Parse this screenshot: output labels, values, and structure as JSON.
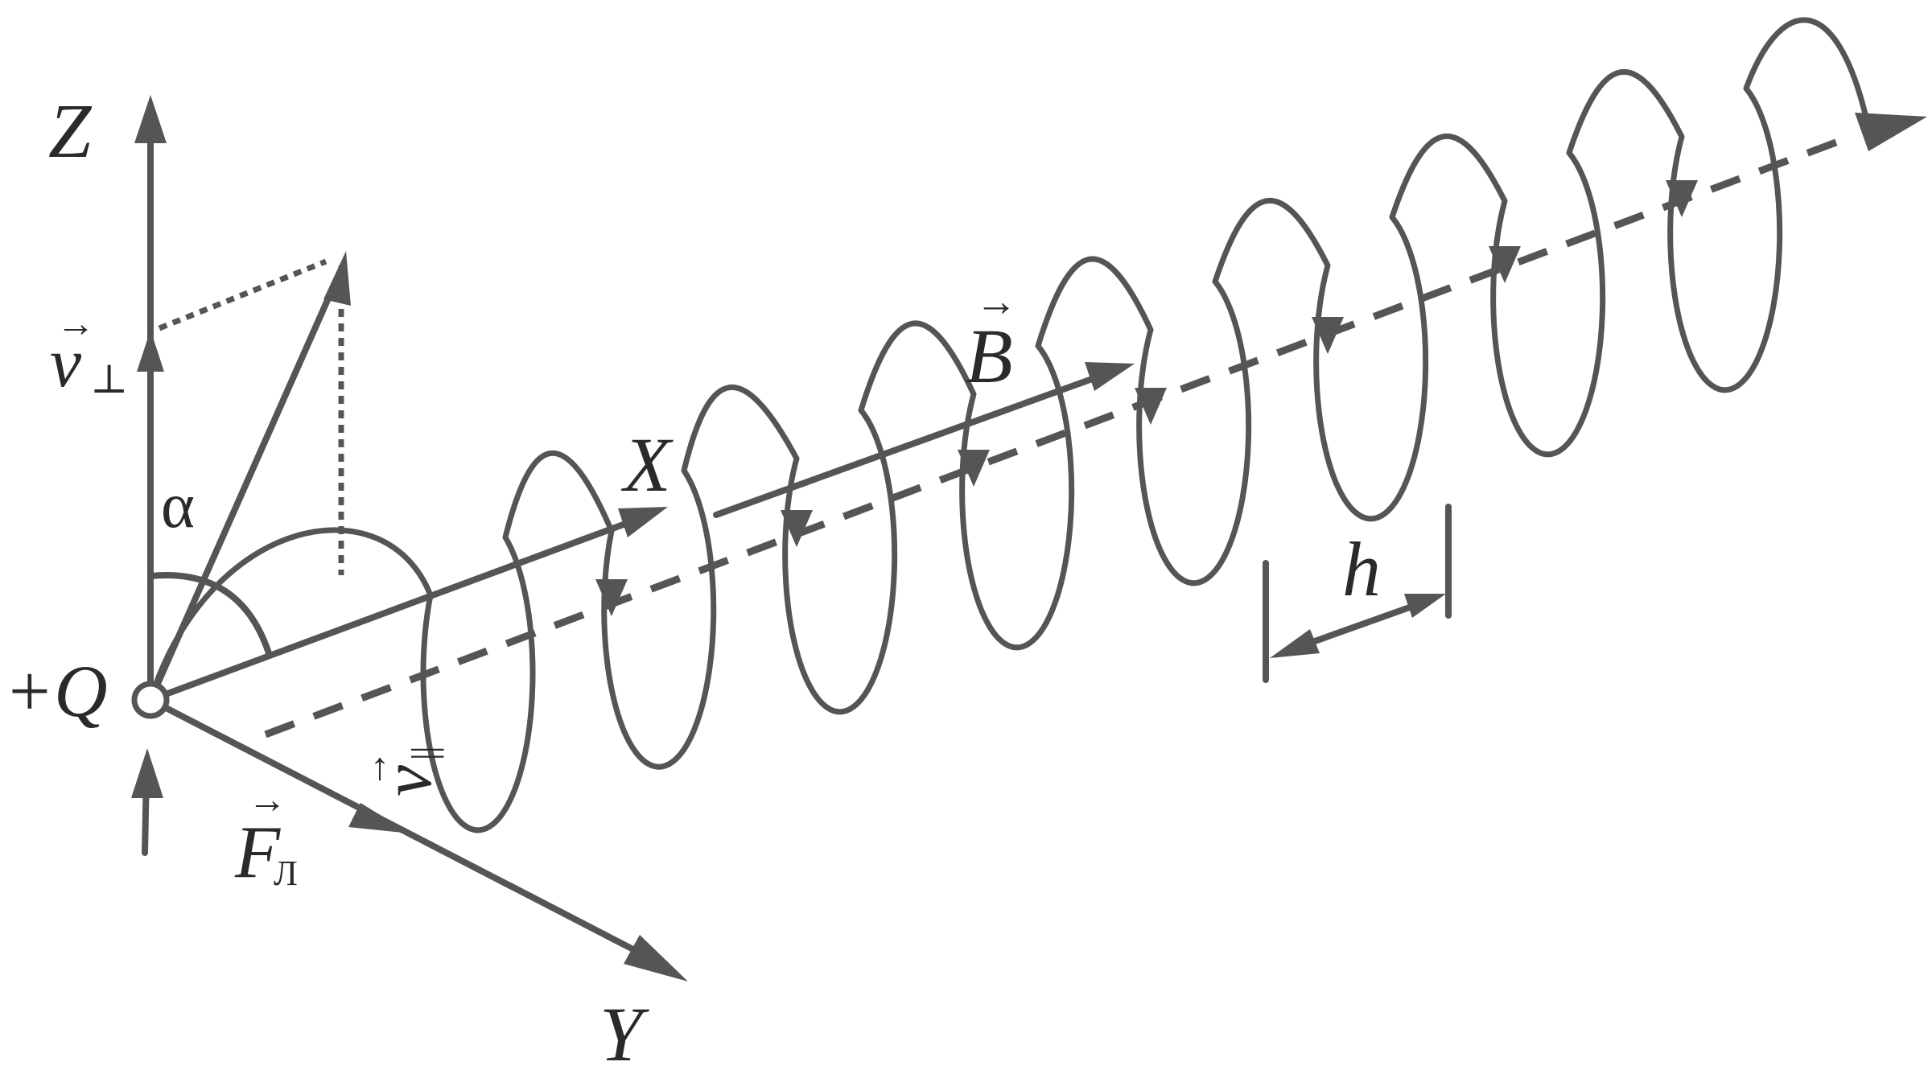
{
  "labels": {
    "z_axis": "Z",
    "x_axis": "X",
    "y_axis": "Y",
    "charge": "+Q",
    "angle": "α",
    "pitch": "h",
    "b_field": "B",
    "v_perp": "v",
    "v_perp_sub": "⊥",
    "v_par": "v",
    "v_par_sub": "||",
    "force": "F",
    "force_sub": "Л",
    "vector_arrow": "→"
  },
  "colors": {
    "ink": "#555555",
    "text": "#2a2a2a",
    "background": "#ffffff"
  }
}
